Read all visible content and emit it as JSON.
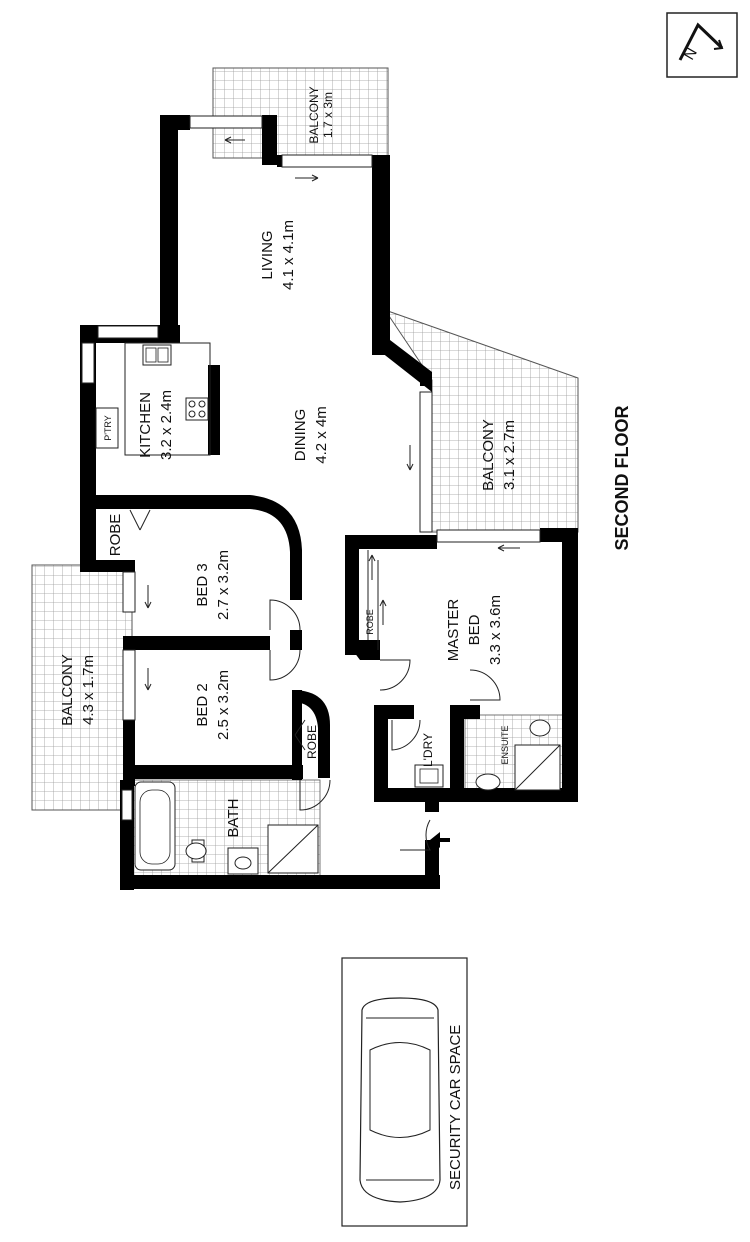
{
  "floor_label": "SECOND FLOOR",
  "rooms": {
    "balcony_top": {
      "name": "BALCONY",
      "size": "1.7 x 3m"
    },
    "living": {
      "name": "LIVING",
      "size": "4.1 x 4.1m"
    },
    "dining": {
      "name": "DINING",
      "size": "4.2 x 4m"
    },
    "kitchen": {
      "name": "KITCHEN",
      "size": "3.2 x 2.4m"
    },
    "pantry": {
      "name": "P'TRY"
    },
    "balcony_right": {
      "name": "BALCONY",
      "size": "3.1 x 2.7m"
    },
    "robe_bed3": {
      "name": "ROBE"
    },
    "bed3": {
      "name": "BED 3",
      "size": "2.7 x 3.2m"
    },
    "master_robe": {
      "name": "ROBE"
    },
    "master_bed": {
      "name": "MASTER",
      "name2": "BED",
      "size": "3.3 x 3.6m"
    },
    "balcony_left": {
      "name": "BALCONY",
      "size": "4.3 x 1.7m"
    },
    "bed2": {
      "name": "BED 2",
      "size": "2.5 x 3.2m"
    },
    "robe_bed2": {
      "name": "ROBE"
    },
    "laundry": {
      "name": "L'DRY"
    },
    "ensuite": {
      "name": "ENSUITE"
    },
    "bath": {
      "name": "BATH"
    }
  },
  "car_space": {
    "label": "SECURITY CAR SPACE"
  },
  "compass": {
    "label": "N",
    "icon": "north-arrow-icon"
  }
}
